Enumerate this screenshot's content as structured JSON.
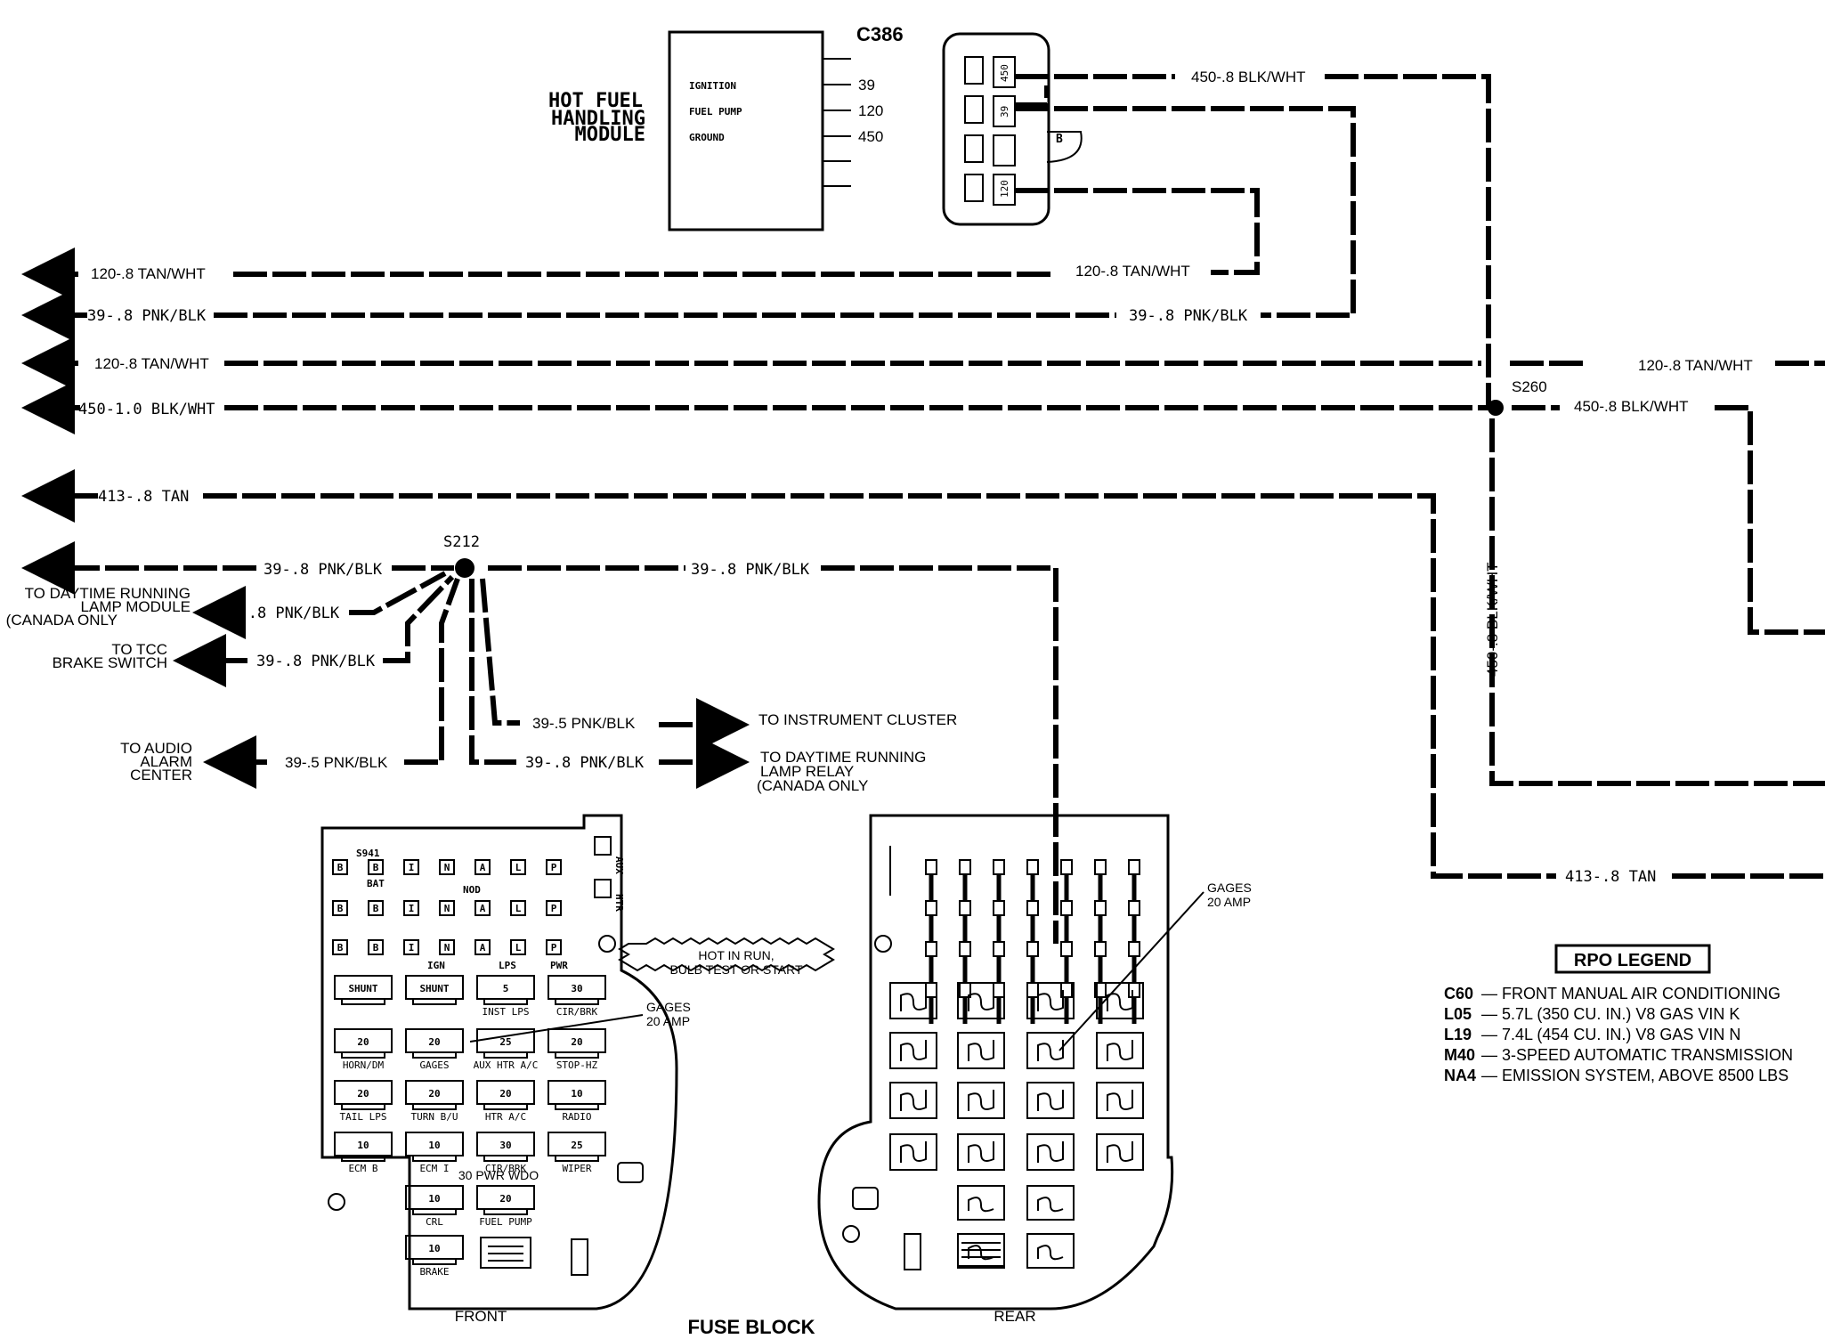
{
  "module": {
    "connector": "C386",
    "title_lines": [
      "HOT FUEL",
      "HANDLING",
      "MODULE"
    ],
    "pins": [
      {
        "name": "IGNITION",
        "num": "39"
      },
      {
        "name": "FUEL PUMP",
        "num": "120"
      },
      {
        "name": "GROUND",
        "num": "450"
      }
    ],
    "connector_cavities": [
      "450",
      "39",
      "B",
      "120"
    ]
  },
  "wires": {
    "w1_left": "120-.8 TAN/WHT",
    "w1_right": "120-.8 TAN/WHT",
    "w2_left": "39-.8 PNK/BLK",
    "w2_right": "39-.8 PNK/BLK",
    "w3_left": "120-.8 TAN/WHT",
    "w3_right": "120-.8 TAN/WHT",
    "w4_left": "450-1.0 BLK/WHT",
    "w4_right": "450-.8 BLK/WHT",
    "w_top": "450-.8 BLK/WHT",
    "w5_left": "413-.8 TAN",
    "w5_right": "413-.8 TAN",
    "vertical": "450-.8 BLK/WHT",
    "s212_left": "39-.8 PNK/BLK",
    "s212_right": "39-.8 PNK/BLK",
    "drl_module": "39-.8 PNK/BLK",
    "tcc": "39-.8 PNK/BLK",
    "cluster": "39-.5 PNK/BLK",
    "audio": "39-.5 PNK/BLK",
    "drl_relay": "39-.8 PNK/BLK"
  },
  "splices": {
    "s260": "S260",
    "s212": "S212"
  },
  "destinations": {
    "drl_module": [
      "TO DAYTIME RUNNING",
      "LAMP MODULE",
      "(CANADA ONLY"
    ],
    "tcc": [
      "TO TCC",
      "BRAKE SWITCH"
    ],
    "audio": [
      "TO AUDIO",
      "ALARM",
      "CENTER"
    ],
    "cluster": "TO INSTRUMENT CLUSTER",
    "drl_relay": [
      "TO DAYTIME RUNNING",
      "LAMP RELAY",
      "(CANADA ONLY"
    ]
  },
  "fuse_block": {
    "title": "FUSE BLOCK",
    "front_label": "FRONT",
    "rear_label": "REAR",
    "hot_note": [
      "HOT IN RUN,",
      "BULB TEST OR START"
    ],
    "gages_front": [
      "GAGES",
      "20 AMP"
    ],
    "gages_rear": [
      "GAGES",
      "20 AMP"
    ],
    "top_labels": {
      "s941": "S941",
      "bat": "BAT",
      "ign": "IGN",
      "nod": "NOD",
      "lps": "LPS",
      "pwr": "PWR",
      "aux": "AUX",
      "htr": "HTR"
    },
    "relay_letters": [
      "B",
      "B",
      "I",
      "N",
      "A",
      "L",
      "P"
    ],
    "front_fuses": [
      {
        "amp": "SHUNT",
        "label": ""
      },
      {
        "amp": "SHUNT",
        "label": ""
      },
      {
        "amp": "5",
        "label": "INST LPS"
      },
      {
        "amp": "30",
        "label": "CIR/BRK"
      },
      {
        "amp": "20",
        "label": "HORN/DM"
      },
      {
        "amp": "20",
        "label": "GAGES"
      },
      {
        "amp": "25",
        "label": "AUX HTR A/C"
      },
      {
        "amp": "20",
        "label": "STOP-HZ"
      },
      {
        "amp": "20",
        "label": "TAIL LPS"
      },
      {
        "amp": "20",
        "label": "TURN B/U"
      },
      {
        "amp": "20",
        "label": "HTR A/C"
      },
      {
        "amp": "10",
        "label": "RADIO"
      },
      {
        "amp": "10",
        "label": "ECM B"
      },
      {
        "amp": "10",
        "label": "ECM I"
      },
      {
        "amp": "30",
        "label": "CIR/BRK"
      },
      {
        "amp": "25",
        "label": "WIPER"
      },
      {
        "amp": "10",
        "label": "CRL"
      },
      {
        "amp": "20",
        "label": "FUEL PUMP"
      },
      {
        "amp": "10",
        "label": "BRAKE"
      }
    ],
    "pwr_wdo": "30 PWR WDO"
  },
  "legend": {
    "title": "RPO LEGEND",
    "items": [
      {
        "code": "C60",
        "text": "— FRONT MANUAL AIR CONDITIONING"
      },
      {
        "code": "L05",
        "text": "— 5.7L (350 CU. IN.) V8 GAS VIN K"
      },
      {
        "code": "L19",
        "text": "— 7.4L (454 CU. IN.) V8 GAS VIN N"
      },
      {
        "code": "M40",
        "text": "— 3-SPEED AUTOMATIC TRANSMISSION"
      },
      {
        "code": "NA4",
        "text": "— EMISSION SYSTEM, ABOVE 8500 LBS"
      }
    ]
  }
}
